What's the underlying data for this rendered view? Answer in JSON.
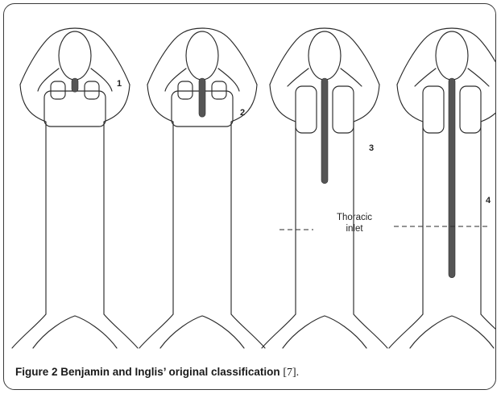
{
  "figure": {
    "caption_lead": "Figure 2 Benjamin and Inglis’ original classification",
    "caption_ref": "[7]."
  },
  "diagram": {
    "type_labels": [
      "1",
      "2",
      "3",
      "4"
    ],
    "thoracic_inlet_line1": "Thoracic",
    "thoracic_inlet_line2": "inlet",
    "cleft_extent": [
      0.05,
      0.14,
      0.38,
      0.72
    ]
  }
}
